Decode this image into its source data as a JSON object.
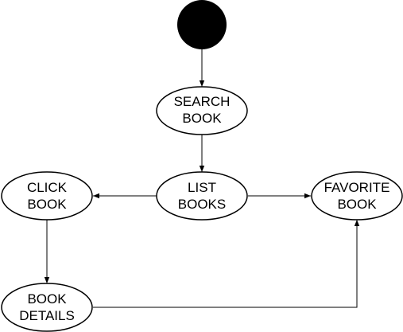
{
  "diagram": {
    "stroke_color": "#000000",
    "fill_color": "#ffffff",
    "start_node_color": "#000000",
    "nodes": {
      "start": {
        "label": ""
      },
      "search_book": {
        "label": "SEARCH\nBOOK"
      },
      "list_books": {
        "label": "LIST\nBOOKS"
      },
      "click_book": {
        "label": "CLICK\nBOOK"
      },
      "favorite_book": {
        "label": "FAVORITE\nBOOK"
      },
      "book_details": {
        "label": "BOOK\nDETAILS"
      }
    },
    "edges": [
      {
        "from": "start",
        "to": "search_book"
      },
      {
        "from": "search_book",
        "to": "list_books"
      },
      {
        "from": "list_books",
        "to": "click_book"
      },
      {
        "from": "list_books",
        "to": "favorite_book"
      },
      {
        "from": "click_book",
        "to": "book_details"
      },
      {
        "from": "book_details",
        "to": "favorite_book"
      }
    ]
  }
}
